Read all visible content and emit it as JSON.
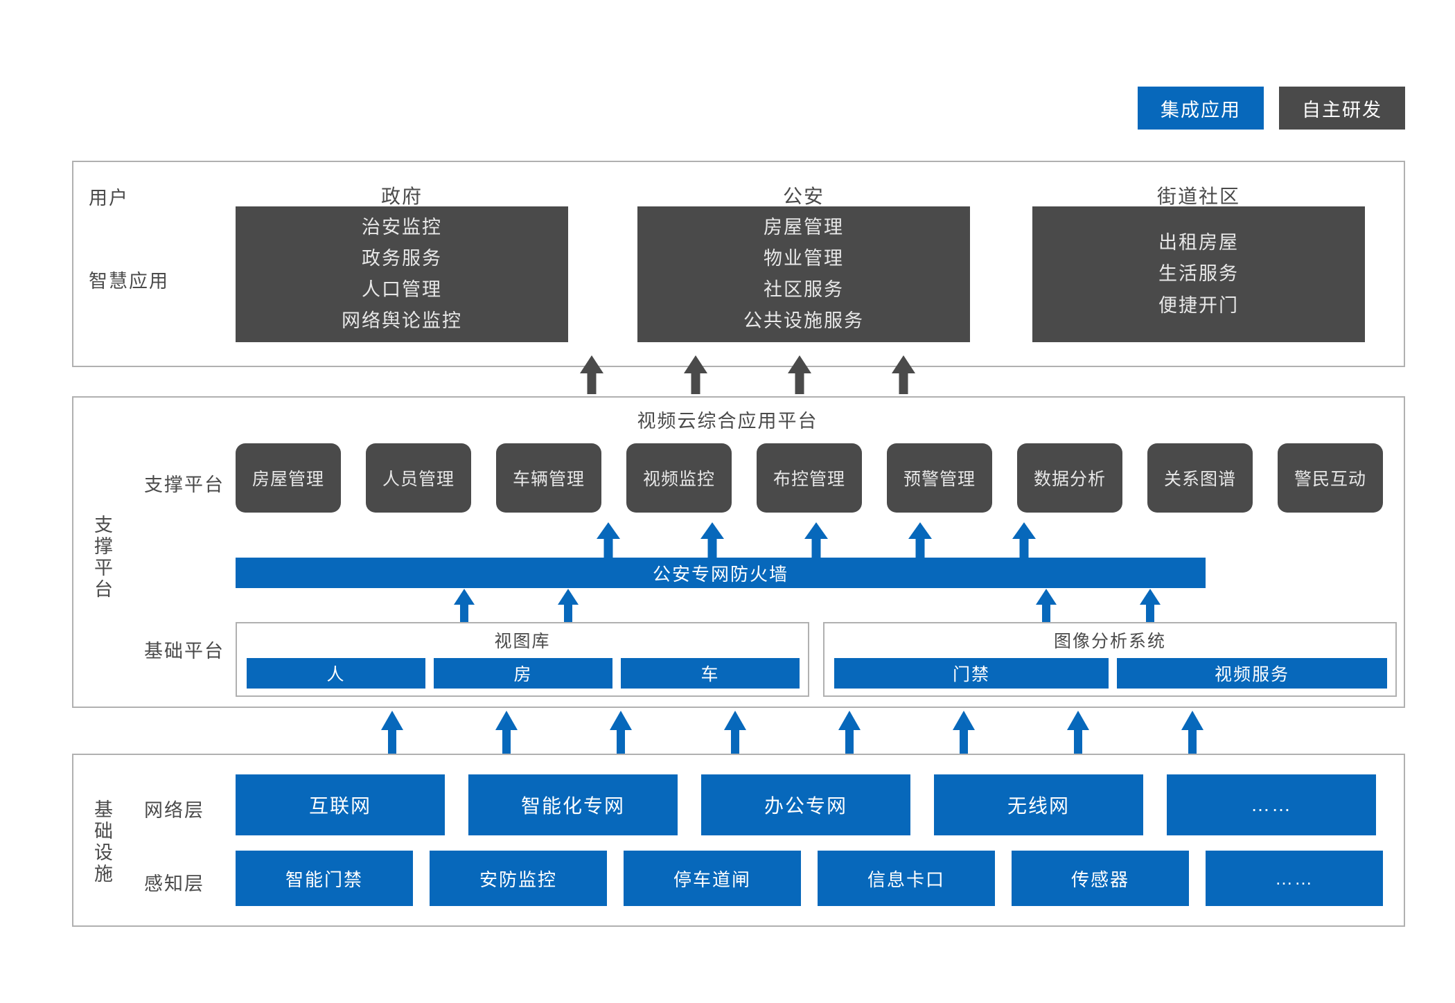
{
  "legend": [
    {
      "label": "集成应用",
      "color": "#0768BB",
      "style": "blue"
    },
    {
      "label": "自主研发",
      "color": "#4A4A4A",
      "style": "dark"
    }
  ],
  "apps": {
    "row_labels": {
      "user": "用户",
      "smart_app": "智慧应用"
    },
    "columns": [
      {
        "head": "政府",
        "items": [
          "治安监控",
          "政务服务",
          "人口管理",
          "网络舆论监控"
        ]
      },
      {
        "head": "公安",
        "items": [
          "房屋管理",
          "物业管理",
          "社区服务",
          "公共设施服务"
        ]
      },
      {
        "head": "街道社区",
        "items": [
          "出租房屋",
          "生活服务",
          "便捷开门"
        ]
      }
    ]
  },
  "platform": {
    "side_label": "支撑平台",
    "title": "视频云综合应用平台",
    "row_labels": {
      "support": "支撑平台",
      "basic": "基础平台"
    },
    "chips": [
      "房屋管理",
      "人员管理",
      "车辆管理",
      "视频监控",
      "布控管理",
      "预警管理",
      "数据分析",
      "关系图谱",
      "警民互动"
    ],
    "firewall": "公安专网防火墙",
    "subpanels": [
      {
        "title": "视图库",
        "items": [
          "人",
          "房",
          "车"
        ]
      },
      {
        "title": "图像分析系统",
        "items": [
          "门禁",
          "视频服务"
        ]
      }
    ]
  },
  "infrastructure": {
    "side_label": "基础设施",
    "row_labels": {
      "network": "网络层",
      "sensing": "感知层"
    },
    "network": [
      "互联网",
      "智能化专网",
      "办公专网",
      "无线网",
      "……"
    ],
    "sensing": [
      "智能门禁",
      "安防监控",
      "停车道闸",
      "信息卡口",
      "传感器",
      "……"
    ]
  },
  "colors": {
    "blue": "#0768BB",
    "dark": "#4A4A4A",
    "border": "#B0B0B0"
  }
}
